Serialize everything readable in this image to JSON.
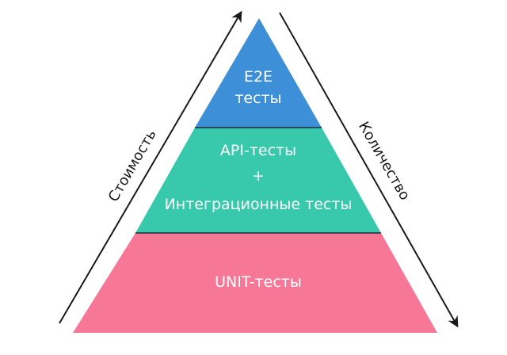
{
  "tiers": {
    "e2e": {
      "line1": "E2E",
      "line2": "тесты",
      "color": "#3d8fd8"
    },
    "api": {
      "line1": "API-тесты",
      "line2": "+",
      "line3": "Интеграционные тесты",
      "color": "#38c9ac"
    },
    "unit": {
      "line1": "UNIT-тесты",
      "color": "#f77797"
    }
  },
  "axes": {
    "cost": {
      "label": "Стоимость",
      "direction": "up"
    },
    "quantity": {
      "label": "Количество",
      "direction": "down"
    }
  }
}
